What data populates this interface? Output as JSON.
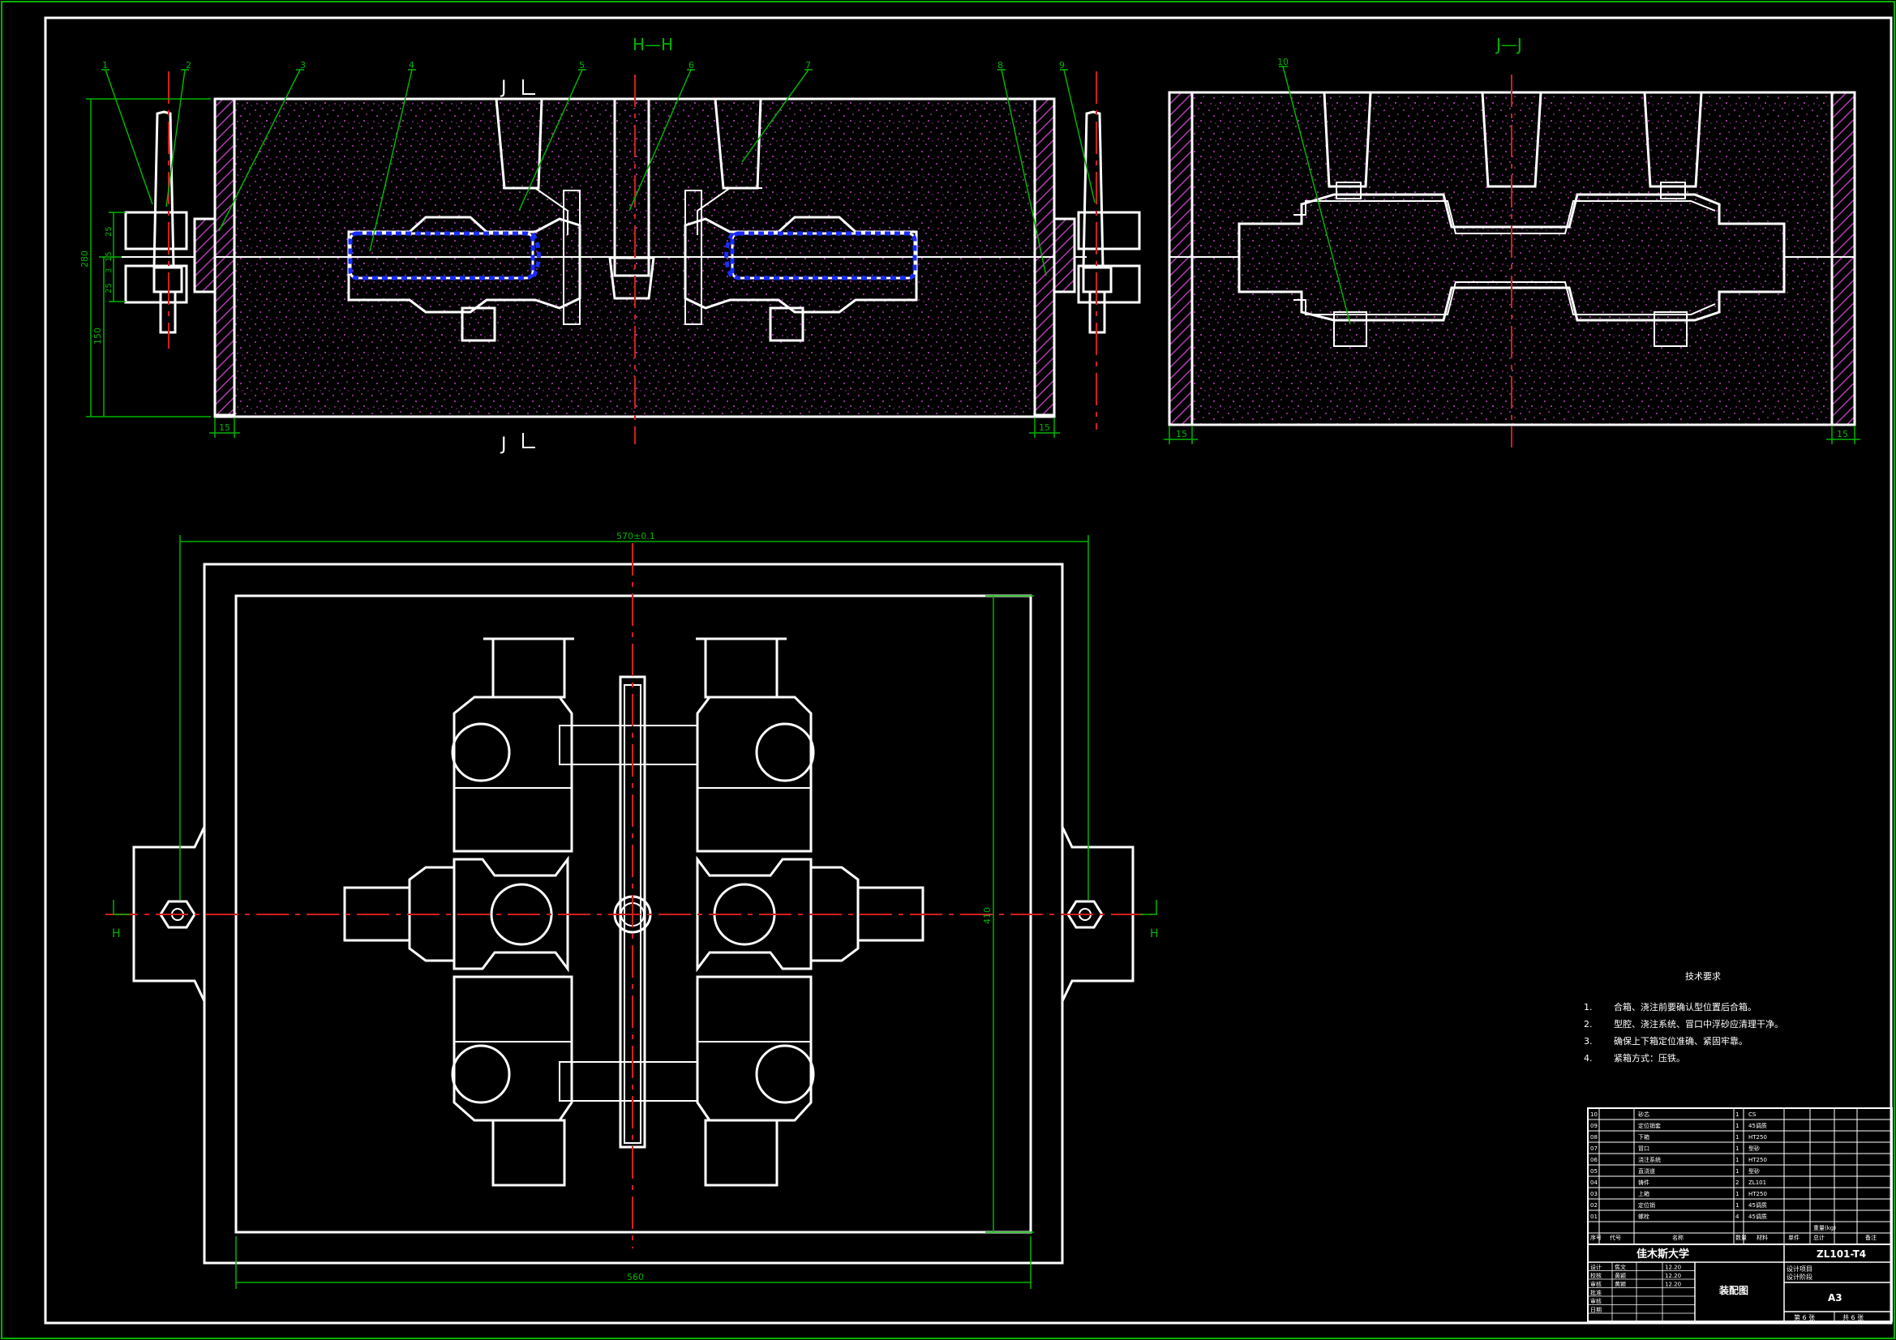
{
  "sections": {
    "hh": "H—H",
    "jj": "J—J",
    "cut_j": "J",
    "cut_h": "H"
  },
  "callouts": [
    "1",
    "2",
    "3",
    "4",
    "5",
    "6",
    "7",
    "8",
    "9",
    "10"
  ],
  "dimensions": {
    "total_height": "280",
    "lower_height": "150",
    "d25_upper": "25",
    "d25_lower": "25",
    "d15": "15",
    "d3": "3",
    "wall_left": "15",
    "wall_right": "15",
    "wall_jj_left": "15",
    "wall_jj_right": "15",
    "plan_outer_width": "570±0.1",
    "plan_inner_width": "560",
    "plan_height": "410"
  },
  "tech_requirements": {
    "title": "技术要求",
    "items": [
      {
        "num": "1.",
        "text": "合箱、浇注前要确认型位置后合箱。"
      },
      {
        "num": "2.",
        "text": "型腔、浇注系统、冒口中浮砂应清理干净。"
      },
      {
        "num": "3.",
        "text": "确保上下箱定位准确、紧固牢靠。"
      },
      {
        "num": "4.",
        "text": "紧箱方式：压铁。"
      }
    ]
  },
  "bom": {
    "rows": [
      {
        "seq": "10",
        "name": "砂芯",
        "qty": "1",
        "material": "CS"
      },
      {
        "seq": "09",
        "name": "定位销套",
        "qty": "1",
        "material": "45调质"
      },
      {
        "seq": "08",
        "name": "下箱",
        "qty": "1",
        "material": "HT250"
      },
      {
        "seq": "07",
        "name": "冒口",
        "qty": "1",
        "material": "型砂"
      },
      {
        "seq": "06",
        "name": "浇注系统",
        "qty": "1",
        "material": "HT250"
      },
      {
        "seq": "05",
        "name": "直浇道",
        "qty": "1",
        "material": "型砂"
      },
      {
        "seq": "04",
        "name": "铸件",
        "qty": "2",
        "material": "ZL101"
      },
      {
        "seq": "03",
        "name": "上箱",
        "qty": "1",
        "material": "HT250"
      },
      {
        "seq": "02",
        "name": "定位销",
        "qty": "1",
        "material": "45调质"
      },
      {
        "seq": "01",
        "name": "螺栓",
        "qty": "4",
        "material": "45调质"
      }
    ],
    "headers": {
      "seq": "序号",
      "code": "代号",
      "name": "名称",
      "qty": "数量",
      "material": "材料",
      "unit_weight": "单件",
      "total_weight": "总计",
      "weight": "重量(kg)",
      "note": "备注"
    }
  },
  "title_block": {
    "school": "佳木斯大学",
    "drawing_no": "ZL101-T4",
    "drawing_name": "装配图",
    "sheet_size": "A3",
    "left_labels": [
      "设计",
      "校核",
      "审核",
      "批准",
      "审核",
      "日期"
    ],
    "names": [
      "焦文",
      "黄颖",
      "黄颖"
    ],
    "dates": [
      "12.20",
      "12.20",
      "12.20"
    ],
    "project": "设计项目",
    "stage": "设计阶段",
    "sheet": "第 6 张",
    "total": "共 6 张"
  }
}
